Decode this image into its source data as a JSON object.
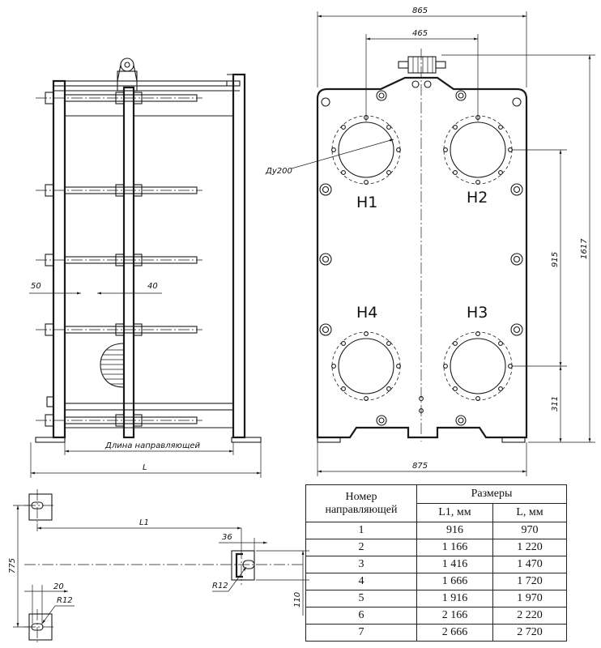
{
  "side_view": {
    "dim_50": "50",
    "dim_40": "40",
    "guide_length_label": "Длина направляющей",
    "dim_L": "L"
  },
  "front_view": {
    "dim_865": "865",
    "dim_465": "465",
    "dim_875": "875",
    "dim_1617": "1617",
    "dim_915": "915",
    "dim_311": "311",
    "nozzle_label": "Ду200",
    "ports": [
      "Н1",
      "Н2",
      "Н3",
      "Н4"
    ]
  },
  "foot_view": {
    "dim_775": "775",
    "dim_L1": "L1",
    "dim_36": "36",
    "dim_R12_a": "R12",
    "dim_110": "110",
    "dim_20": "20",
    "dim_R12_b": "R12"
  },
  "table": {
    "header_number_line1": "Номер",
    "header_number_line2": "направляющей",
    "header_sizes": "Размеры",
    "header_L1": "L1, мм",
    "header_L": "L, мм",
    "rows": [
      {
        "n": "1",
        "l1": "916",
        "l": "970"
      },
      {
        "n": "2",
        "l1": "1 166",
        "l": "1 220"
      },
      {
        "n": "3",
        "l1": "1 416",
        "l": "1 470"
      },
      {
        "n": "4",
        "l1": "1 666",
        "l": "1 720"
      },
      {
        "n": "5",
        "l1": "1 916",
        "l": "1 970"
      },
      {
        "n": "6",
        "l1": "2 166",
        "l": "2 220"
      },
      {
        "n": "7",
        "l1": "2 666",
        "l": "2 720"
      }
    ]
  }
}
